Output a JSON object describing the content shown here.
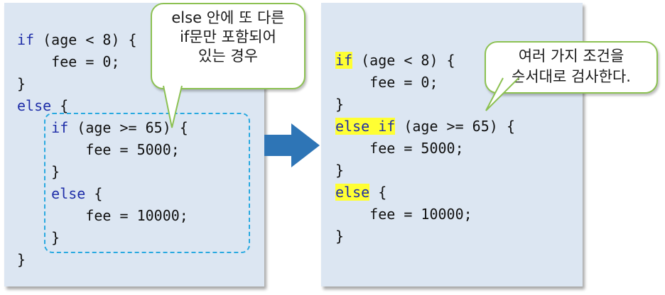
{
  "left_panel": {
    "code_lines": [
      "if (age < 8) {",
      "    fee = 0;",
      "}",
      "else {",
      "    if (age >= 65) {",
      "        fee = 5000;",
      "    }",
      "    else {",
      "        fee = 10000;",
      "    }",
      "}"
    ],
    "callout_lines": [
      "else 안에 또 다른",
      "if문만 포함되어",
      "있는 경우"
    ]
  },
  "right_panel": {
    "code_lines": [
      "if (age < 8) {",
      "    fee = 0;",
      "}",
      "else if (age >= 65) {",
      "    fee = 5000;",
      "}",
      "else {",
      "    fee = 10000;",
      "}"
    ],
    "callout_lines": [
      "여러 가지 조건을",
      "순서대로 검사한다."
    ]
  },
  "colors": {
    "panel_bg": "#dce6f2",
    "keyword": "#1f2ea8",
    "highlight": "#ffff33",
    "callout_border": "#8cc152",
    "dashed_box": "#29a9e0",
    "arrow": "#2e75b6"
  }
}
